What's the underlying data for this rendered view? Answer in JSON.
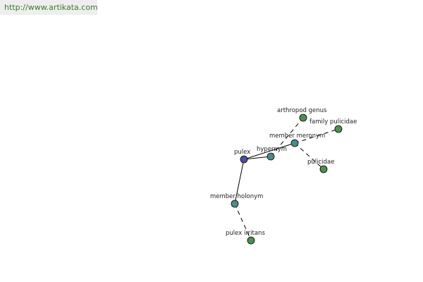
{
  "watermark": {
    "text": "http://www.artikata.com"
  },
  "colors": {
    "root": "#4a4fa0",
    "relation": "#4b8b8b",
    "leaf": "#4f8f4f"
  },
  "graph": {
    "nodes": [
      {
        "id": "pulex",
        "label": "pulex",
        "kind": "root"
      },
      {
        "id": "hypernym",
        "label": "hypernym",
        "kind": "relation"
      },
      {
        "id": "member-meronym",
        "label": "member meronym",
        "kind": "relation"
      },
      {
        "id": "member-holonym",
        "label": "member holonym",
        "kind": "relation"
      },
      {
        "id": "arthropod-genus",
        "label": "arthropod genus",
        "kind": "leaf"
      },
      {
        "id": "family-pulicidae",
        "label": "family pulicidae",
        "kind": "leaf"
      },
      {
        "id": "pulicidae",
        "label": "pulicidae",
        "kind": "leaf"
      },
      {
        "id": "pulex-irritans",
        "label": "pulex irritans",
        "kind": "leaf"
      }
    ],
    "edges": [
      {
        "from": "pulex",
        "to": "hypernym",
        "style": "solid"
      },
      {
        "from": "pulex",
        "to": "member-meronym",
        "style": "solid"
      },
      {
        "from": "pulex",
        "to": "member-holonym",
        "style": "solid"
      },
      {
        "from": "hypernym",
        "to": "arthropod-genus",
        "style": "dashed"
      },
      {
        "from": "member-meronym",
        "to": "family-pulicidae",
        "style": "dashed"
      },
      {
        "from": "member-meronym",
        "to": "pulicidae",
        "style": "dashed"
      },
      {
        "from": "member-holonym",
        "to": "pulex-irritans",
        "style": "dashed"
      }
    ]
  }
}
